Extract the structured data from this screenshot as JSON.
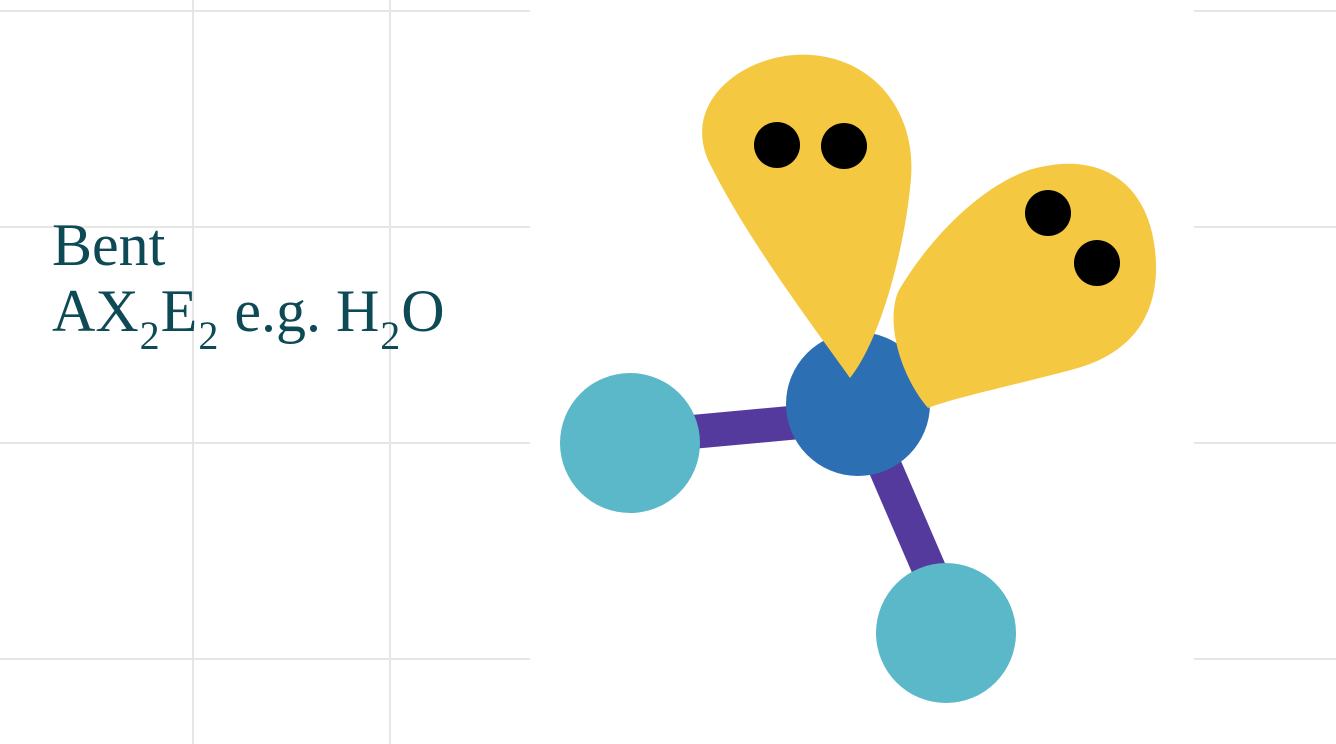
{
  "caption": {
    "shape_name": "Bent",
    "formula_prefix": "AX",
    "formula_sub_x": "2",
    "formula_e": "E",
    "formula_sub_e": "2",
    "example_prefix": "e.g. H",
    "example_sub": "2",
    "example_suffix": "O"
  },
  "colors": {
    "text": "#0d4a55",
    "lone_pair_lobe": "#f5c842",
    "electron_dot": "#000000",
    "central_atom": "#2d6fb3",
    "bond": "#553a9e",
    "outer_atom": "#5ab8c9",
    "grid_line": "#e6e6e6"
  },
  "diagram": {
    "central_atom": "central-atom",
    "outer_atoms": [
      "outer-atom-left",
      "outer-atom-bottom"
    ],
    "lone_pairs": [
      "lone-pair-upper",
      "lone-pair-right"
    ]
  }
}
